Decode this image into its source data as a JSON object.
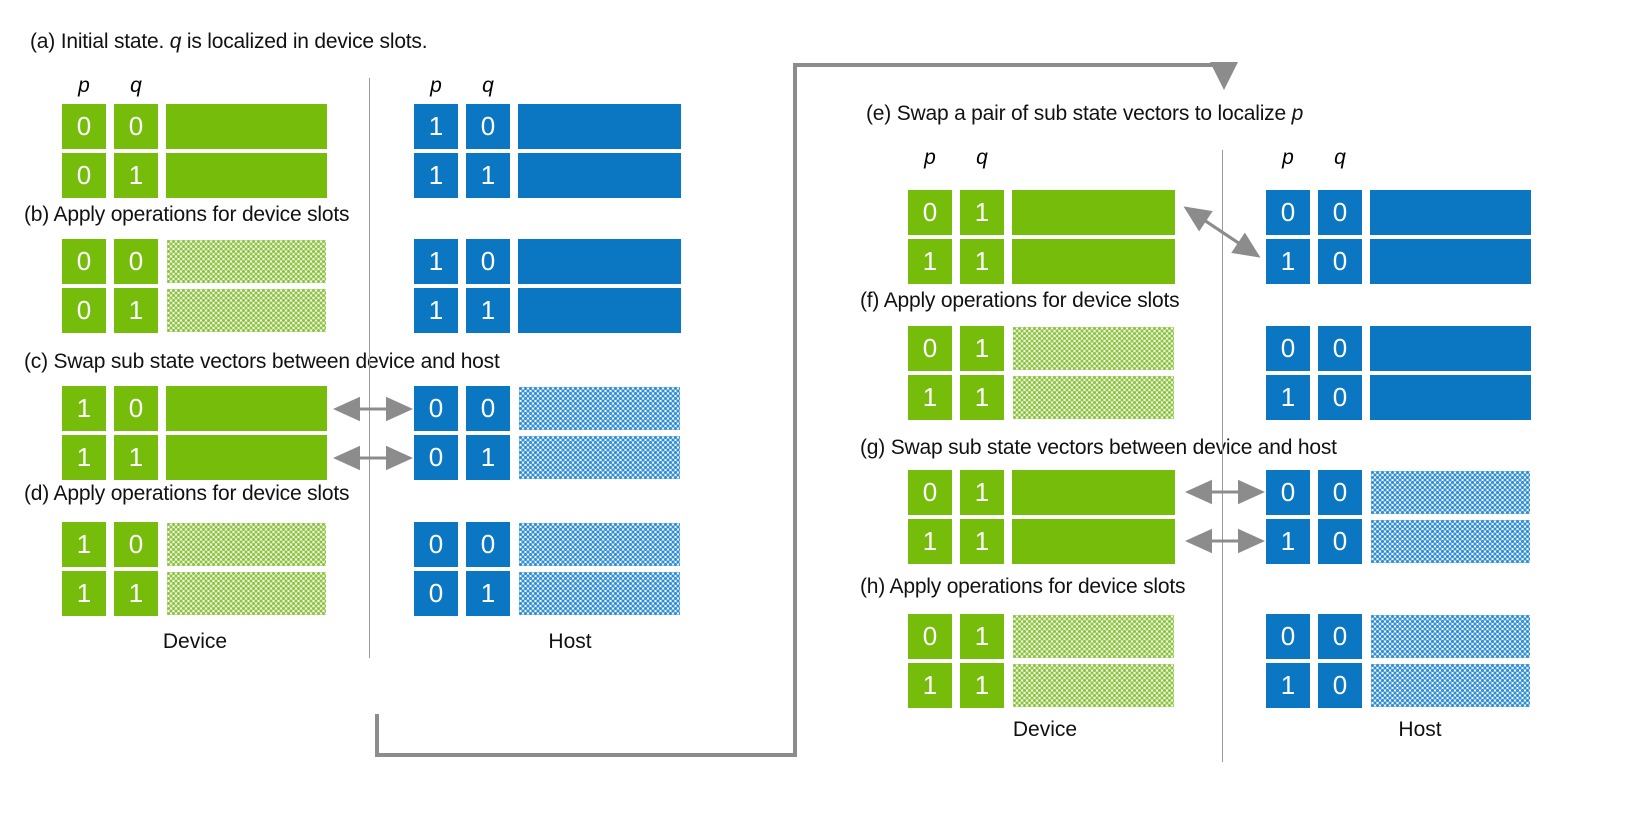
{
  "meta": {
    "colors": {
      "green": "#76BC0A",
      "green_hatch": "#8CC63F",
      "blue": "#0B77C2",
      "blue_hatch": "#2E8FD4",
      "arrow_gray": "#8C8C8C",
      "divider_gray": "#9B9B9B",
      "text": "#111111"
    }
  },
  "column_headers": {
    "p": "p",
    "q": "q"
  },
  "side_labels": {
    "device": "Device",
    "host": "Host"
  },
  "panels": [
    {
      "id": "a",
      "caption_prefix": "(a) Initial state. ",
      "caption_italic": "q",
      "caption_suffix": " is localized in device slots.",
      "caption_full": "(a) Initial state. q is localized in device slots.",
      "show_pq_headers": true,
      "device": {
        "rows": [
          {
            "p": "0",
            "q": "0",
            "bar": "solid"
          },
          {
            "p": "0",
            "q": "1",
            "bar": "solid"
          }
        ]
      },
      "host": {
        "rows": [
          {
            "p": "1",
            "q": "0",
            "bar": "solid"
          },
          {
            "p": "1",
            "q": "1",
            "bar": "solid"
          }
        ]
      },
      "arrows": "none"
    },
    {
      "id": "b",
      "caption_full": "(b) Apply operations for device slots",
      "show_pq_headers": false,
      "device": {
        "rows": [
          {
            "p": "0",
            "q": "0",
            "bar": "hatched"
          },
          {
            "p": "0",
            "q": "1",
            "bar": "hatched"
          }
        ]
      },
      "host": {
        "rows": [
          {
            "p": "1",
            "q": "0",
            "bar": "solid"
          },
          {
            "p": "1",
            "q": "1",
            "bar": "solid"
          }
        ]
      },
      "arrows": "none"
    },
    {
      "id": "c",
      "caption_full": "(c) Swap sub state vectors between device and host",
      "show_pq_headers": false,
      "device": {
        "rows": [
          {
            "p": "1",
            "q": "0",
            "bar": "solid"
          },
          {
            "p": "1",
            "q": "1",
            "bar": "solid"
          }
        ]
      },
      "host": {
        "rows": [
          {
            "p": "0",
            "q": "0",
            "bar": "hatched"
          },
          {
            "p": "0",
            "q": "1",
            "bar": "hatched"
          }
        ]
      },
      "arrows": "double-horizontal-both-rows"
    },
    {
      "id": "d",
      "caption_full": "(d) Apply operations for device slots",
      "show_pq_headers": false,
      "device": {
        "rows": [
          {
            "p": "1",
            "q": "0",
            "bar": "hatched"
          },
          {
            "p": "1",
            "q": "1",
            "bar": "hatched"
          }
        ]
      },
      "host": {
        "rows": [
          {
            "p": "0",
            "q": "0",
            "bar": "hatched"
          },
          {
            "p": "0",
            "q": "1",
            "bar": "hatched"
          }
        ]
      },
      "arrows": "none"
    },
    {
      "id": "e",
      "caption_prefix": "(e) Swap a pair of sub state vectors to localize ",
      "caption_italic": "p",
      "caption_suffix": "",
      "caption_full": "(e) Swap a pair of sub state vectors to localize p",
      "show_pq_headers": true,
      "device": {
        "rows": [
          {
            "p": "0",
            "q": "1",
            "bar": "solid"
          },
          {
            "p": "1",
            "q": "1",
            "bar": "solid"
          }
        ]
      },
      "host": {
        "rows": [
          {
            "p": "0",
            "q": "0",
            "bar": "solid"
          },
          {
            "p": "1",
            "q": "0",
            "bar": "solid"
          }
        ]
      },
      "arrows": "diagonal-cross"
    },
    {
      "id": "f",
      "caption_full": "(f) Apply operations for device slots",
      "show_pq_headers": false,
      "device": {
        "rows": [
          {
            "p": "0",
            "q": "1",
            "bar": "hatched"
          },
          {
            "p": "1",
            "q": "1",
            "bar": "hatched"
          }
        ]
      },
      "host": {
        "rows": [
          {
            "p": "0",
            "q": "0",
            "bar": "solid"
          },
          {
            "p": "1",
            "q": "0",
            "bar": "solid"
          }
        ]
      },
      "arrows": "none"
    },
    {
      "id": "g",
      "caption_full": "(g) Swap sub state vectors between device and host",
      "show_pq_headers": false,
      "device": {
        "rows": [
          {
            "p": "0",
            "q": "1",
            "bar": "solid"
          },
          {
            "p": "1",
            "q": "1",
            "bar": "solid"
          }
        ]
      },
      "host": {
        "rows": [
          {
            "p": "0",
            "q": "0",
            "bar": "hatched"
          },
          {
            "p": "1",
            "q": "0",
            "bar": "hatched"
          }
        ]
      },
      "arrows": "double-horizontal-both-rows"
    },
    {
      "id": "h",
      "caption_full": "(h) Apply operations for device slots",
      "show_pq_headers": false,
      "device": {
        "rows": [
          {
            "p": "0",
            "q": "1",
            "bar": "hatched"
          },
          {
            "p": "1",
            "q": "1",
            "bar": "hatched"
          }
        ]
      },
      "host": {
        "rows": [
          {
            "p": "0",
            "q": "0",
            "bar": "hatched"
          },
          {
            "p": "1",
            "q": "0",
            "bar": "hatched"
          }
        ]
      },
      "arrows": "none"
    }
  ],
  "loop_arrow": {
    "description": "feedback loop from bottom of left column to top of right column"
  }
}
